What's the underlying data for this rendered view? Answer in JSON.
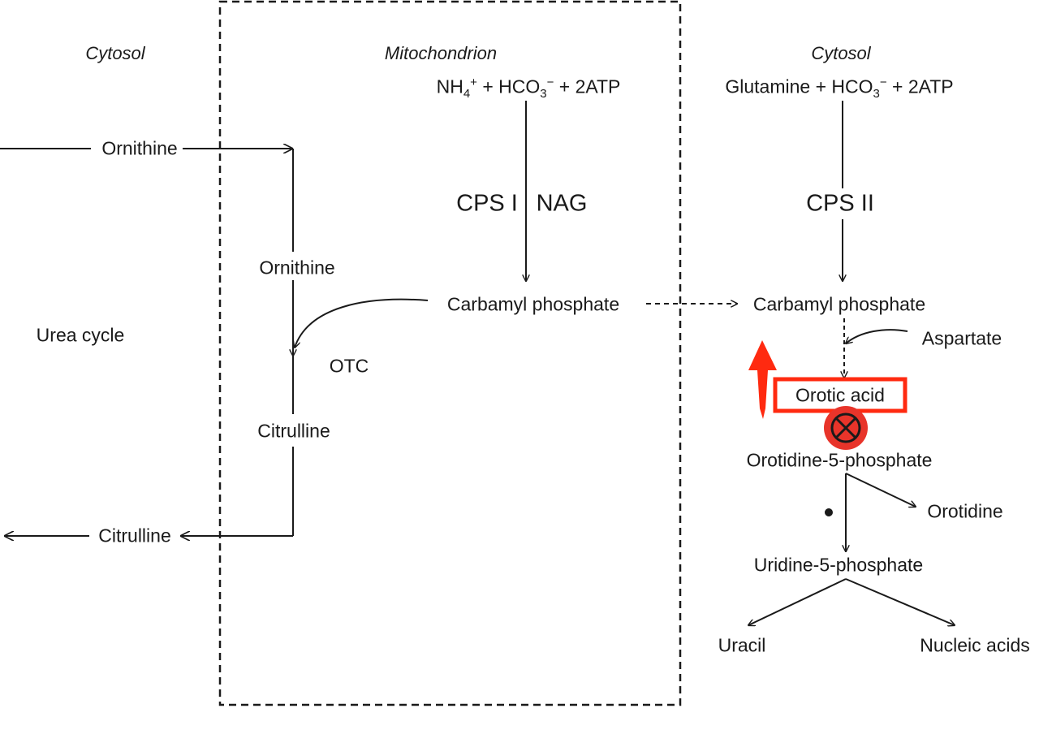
{
  "regions": {
    "cytosol_left": "Cytosol",
    "mitochondrion": "Mitochondrion",
    "cytosol_right": "Cytosol"
  },
  "mito_reaction": {
    "nh4": "NH",
    "nh4_sub": "4",
    "nh4_sup": "+",
    "plus1": " + HCO",
    "hco3_sub": "3",
    "hco3_sup": "−",
    "rest": " + 2ATP"
  },
  "cyto_reaction": {
    "glutamine": "Glutamine + HCO",
    "hco3_sub": "3",
    "hco3_sup": "−",
    "rest": " + 2ATP"
  },
  "enzymes": {
    "cps1": "CPS I",
    "nag": "NAG",
    "cps2": "CPS II",
    "otc": "OTC"
  },
  "metabolites": {
    "ornithine_cytosol": "Ornithine",
    "ornithine_mito": "Ornithine",
    "citrulline_mito": "Citrulline",
    "citrulline_cytosol": "Citrulline",
    "urea_cycle": "Urea cycle",
    "carbamyl_mito": "Carbamyl phosphate",
    "carbamyl_cyto": "Carbamyl phosphate",
    "aspartate": "Aspartate",
    "orotic_acid": "Orotic acid",
    "orotidine_5p": "Orotidine-5-phosphate",
    "orotidine": "Orotidine",
    "uridine_5p": "Uridine-5-phosphate",
    "uracil": "Uracil",
    "nucleic_acids": "Nucleic acids"
  },
  "colors": {
    "ink": "#1a1a1a",
    "highlight": "#ff2a10",
    "x_mark": "#e8342a"
  },
  "icons": {
    "increase": "up-arrow-icon",
    "block": "blocked-x-icon"
  }
}
